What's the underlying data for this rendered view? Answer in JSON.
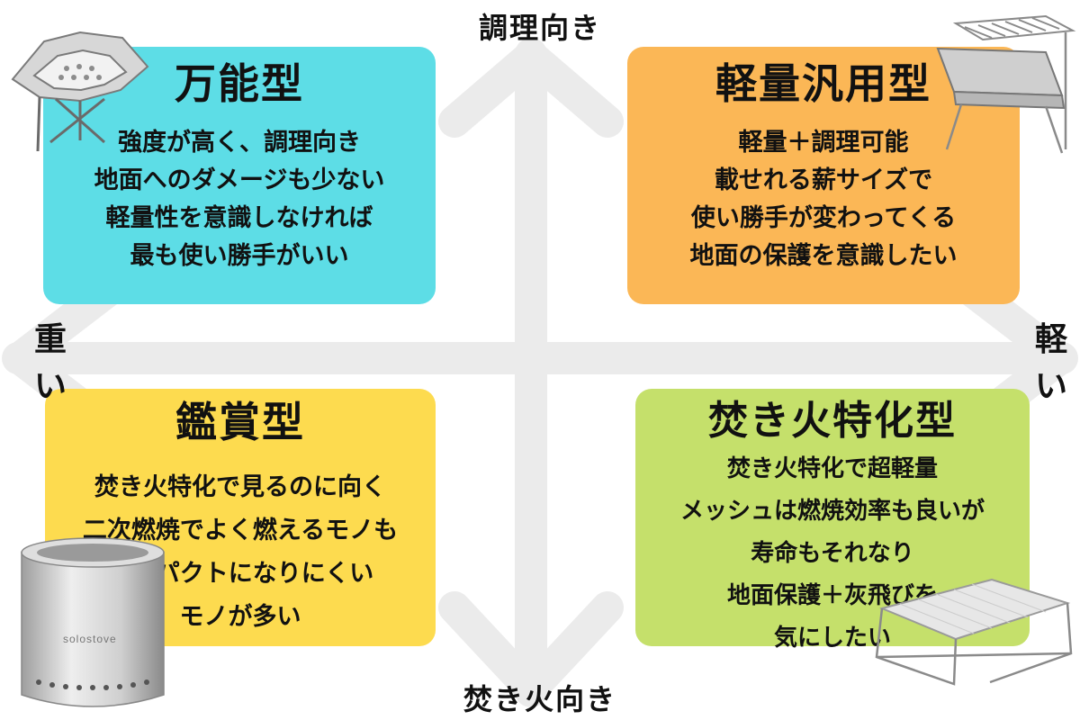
{
  "axes": {
    "top": "調理向き",
    "bottom": "焚き火向き",
    "left": "重い",
    "right": "軽い"
  },
  "colors": {
    "axis_arrow": "#ebebeb",
    "top_left": "#5ddde6",
    "top_right": "#fbb756",
    "bottom_left": "#fddb4f",
    "bottom_right": "#c5e06b"
  },
  "quadrants": {
    "top_left": {
      "title": "万能型",
      "lines": [
        "強度が高く、調理向き",
        "地面へのダメージも少ない",
        "軽量性を意識しなければ",
        "最も使い勝手がいい"
      ],
      "image": "folding-fire-stand"
    },
    "top_right": {
      "title": "軽量汎用型",
      "lines": [
        "軽量＋調理可能",
        "載せれる薪サイズで",
        "使い勝手が変わってくる",
        "地面の保護を意識したい"
      ],
      "image": "folding-grill-stand"
    },
    "bottom_left": {
      "title": "鑑賞型",
      "lines": [
        "焚き火特化で見るのに向く",
        "二次燃焼でよく燃えるモノも",
        "コンパクトになりにくい",
        "モノが多い"
      ],
      "image": "cylinder-stove",
      "image_logo": "solostove"
    },
    "bottom_right": {
      "title": "焚き火特化型",
      "lines": [
        "焚き火特化で超軽量",
        "メッシュは燃焼効率も良いが",
        "寿命もそれなり",
        "地面保護＋灰飛びを",
        "気にしたい"
      ],
      "image": "mesh-fire-pit"
    }
  }
}
